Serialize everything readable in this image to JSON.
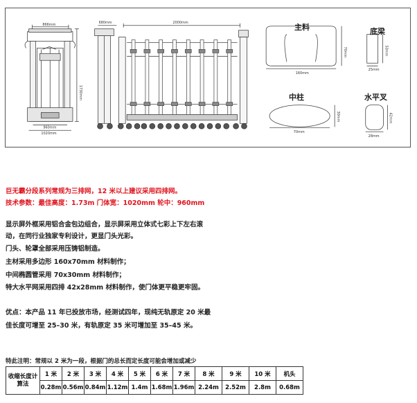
{
  "drawing": {
    "dims": {
      "gate_top_width": "866mm",
      "gate_height": "1730mm",
      "gate_inner_width": "960mm",
      "gate_outer_width": "1020mm",
      "fence_offset": "680mm",
      "fence_span": "2000mm"
    },
    "profiles": {
      "main_column": {
        "label": "主料",
        "width": "160mm",
        "height": "70mm"
      },
      "bottom_beam": {
        "label": "底梁",
        "width": "25mm",
        "height": "50mm"
      },
      "middle_column": {
        "label": "中柱",
        "width": "70mm",
        "height": "30mm"
      },
      "horizontal_fork": {
        "label": "水平叉",
        "width": "28mm",
        "height": "42mm"
      }
    }
  },
  "intro": {
    "line1": "巨无霸分段系列常规为三排网，12 米以上建议采用四排网。",
    "line2": "技术参数：最佳高度：1.73m  门体宽：1020mm  轮中：960mm"
  },
  "description": [
    "显示屏外框采用铝合金包边组合，显示屏采用立体式七彩上下左右滚",
    "动，在同行业独家专利设计，更显门头光彩。",
    "门头、轮罩全部采用压铸铝制造。",
    "主材采用多边形 160x70mm 材料制作；",
    "中间椭圆管采用 70x30mm 材料制作；",
    "特大水平网采用四排 42x28mm 材料制作，使门体更平稳更牢固。"
  ],
  "advantages": [
    "优点：本产品 11 年已投放市场，经测试四年，现纯无轨原定 20 米最",
    "佳长度可增至 25–30 米，有轨原定 35 米可增加至 35–45 米。"
  ],
  "note": "特此注明：常规以 2 米为一段，根据门的总长而定长度可能会增加或减少",
  "table": {
    "header": "收缩长度计算法",
    "lengths": [
      "1 米",
      "2 米",
      "3 米",
      "4 米",
      "5 米",
      "6 米",
      "7 米",
      "8 米",
      "9 米",
      "10 米",
      "机头"
    ],
    "values": [
      "0.28m",
      "0.56m",
      "0.84m",
      "1.12m",
      "1.4m",
      "1.68m",
      "1.96m",
      "2.24m",
      "2.52m",
      "2.8m",
      "0.68m"
    ]
  }
}
